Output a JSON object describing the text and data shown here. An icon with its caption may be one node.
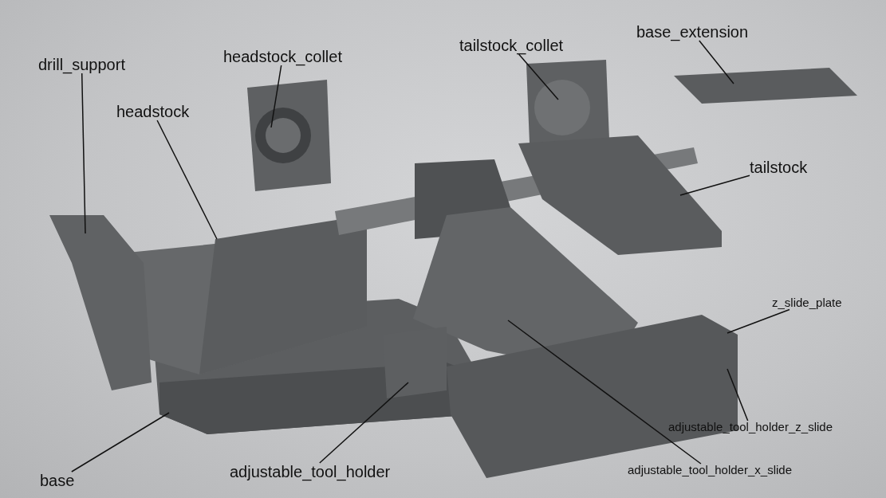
{
  "diagram": {
    "nodes": [
      {
        "text": [
          "drill_support"
        ]
      },
      {
        "text": [
          "headstock_collet"
        ]
      },
      {
        "text": [
          "headstock"
        ]
      },
      {
        "text": [
          "tailstock_collet"
        ]
      },
      {
        "text": [
          "base_extension"
        ]
      },
      {
        "text": [
          "tailstock"
        ]
      },
      {
        "text": [
          "z_slide_plate"
        ]
      },
      {
        "text": [
          "adjustable_tool_holder_z_slide"
        ]
      },
      {
        "text": [
          "adjustable_tool_holder_x_slide"
        ]
      },
      {
        "text": [
          "adjustable_tool_holder"
        ]
      },
      {
        "text": [
          "base"
        ]
      }
    ],
    "edges": [
      {
        "from": 0,
        "to": null,
        "arrow": "none"
      },
      {
        "from": 1,
        "to": null,
        "arrow": "none"
      },
      {
        "from": 2,
        "to": null,
        "arrow": "none"
      },
      {
        "from": 3,
        "to": null,
        "arrow": "none"
      },
      {
        "from": 4,
        "to": null,
        "arrow": "none"
      },
      {
        "from": 5,
        "to": null,
        "arrow": "none"
      },
      {
        "from": 6,
        "to": null,
        "arrow": "none"
      },
      {
        "from": 7,
        "to": null,
        "arrow": "none"
      },
      {
        "from": 8,
        "to": null,
        "arrow": "none"
      },
      {
        "from": 9,
        "to": null,
        "arrow": "none"
      },
      {
        "from": 10,
        "to": null,
        "arrow": "none"
      }
    ]
  }
}
